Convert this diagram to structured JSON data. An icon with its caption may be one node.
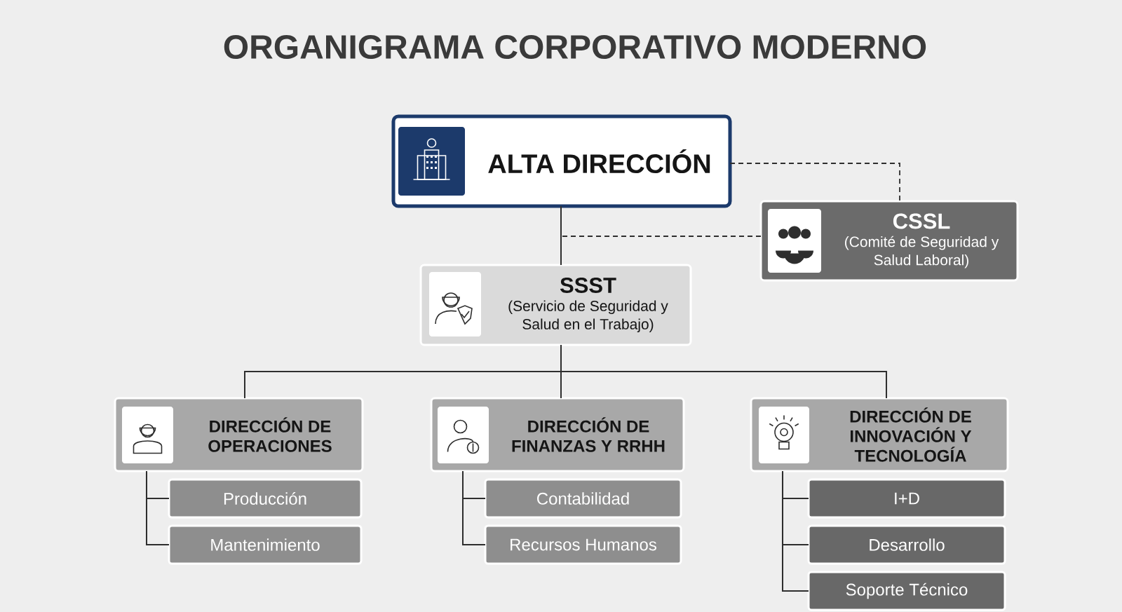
{
  "diagram": {
    "title": "ORGANIGRAMA CORPORATIVO MODERNO",
    "nodes": [
      {
        "text": [
          "ALTA DIRECCIÓN"
        ]
      },
      {
        "text": [
          "CSSL",
          "(Comité de Seguridad y Salud Laboral)"
        ]
      },
      {
        "text": [
          "SSST",
          "(Servicio de Seguridad y Salud en el Trabajo)"
        ]
      },
      {
        "text": [
          "DIRECCIÓN DE OPERACIONES"
        ]
      },
      {
        "text": [
          "Producción"
        ]
      },
      {
        "text": [
          "Mantenimiento"
        ]
      },
      {
        "text": [
          "DIRECCIÓN DE FINANZAS Y RRHH"
        ]
      },
      {
        "text": [
          "Contabilidad"
        ]
      },
      {
        "text": [
          "Recursos Humanos"
        ]
      },
      {
        "text": [
          "DIRECCIÓN DE INNOVACIÓN Y TECNOLOGÍA"
        ]
      },
      {
        "text": [
          "I+D"
        ]
      },
      {
        "text": [
          "Desarrollo"
        ]
      },
      {
        "text": [
          "Soporte Técnico"
        ]
      }
    ],
    "edges": [
      {
        "from": 0,
        "to": 2,
        "arrow": "none"
      },
      {
        "from": 0,
        "to": 1,
        "arrow": "none",
        "style": "dashed"
      },
      {
        "from": 1,
        "to": 2,
        "arrow": "none",
        "style": "dashed"
      },
      {
        "from": 2,
        "to": 3,
        "arrow": "none"
      },
      {
        "from": 2,
        "to": 6,
        "arrow": "none"
      },
      {
        "from": 2,
        "to": 9,
        "arrow": "none"
      },
      {
        "from": 3,
        "to": 4,
        "arrow": "none"
      },
      {
        "from": 3,
        "to": 5,
        "arrow": "none"
      },
      {
        "from": 6,
        "to": 7,
        "arrow": "none"
      },
      {
        "from": 6,
        "to": 8,
        "arrow": "none"
      },
      {
        "from": 9,
        "to": 10,
        "arrow": "none"
      },
      {
        "from": 9,
        "to": 11,
        "arrow": "none"
      },
      {
        "from": 9,
        "to": 12,
        "arrow": "none"
      }
    ]
  }
}
